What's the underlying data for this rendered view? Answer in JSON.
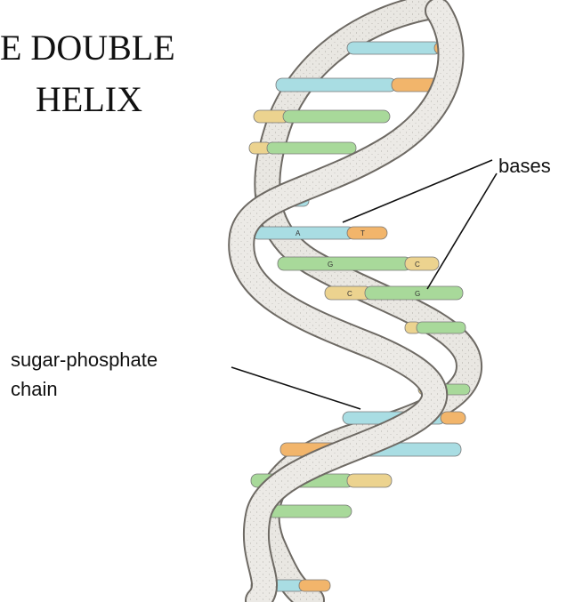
{
  "title": {
    "line1": "E DOUBLE",
    "line2": "HELIX"
  },
  "labels": {
    "bases": "bases",
    "sugar_line1": "sugar-phosphate",
    "sugar_line2": "chain"
  },
  "base_letters": {
    "pair1": [
      "A",
      "T"
    ],
    "pair2": [
      "G",
      "C"
    ],
    "pair3": [
      "C",
      "G"
    ]
  },
  "colors": {
    "backbone_fill": "#e9e7e2",
    "backbone_stroke": "#6e6a64",
    "adenine_blue": "#a9dde3",
    "thymine_orange": "#f2b56b",
    "guanine_green": "#a8d99a",
    "cytosine_tan": "#ecd38f",
    "leader_line": "#111111"
  }
}
